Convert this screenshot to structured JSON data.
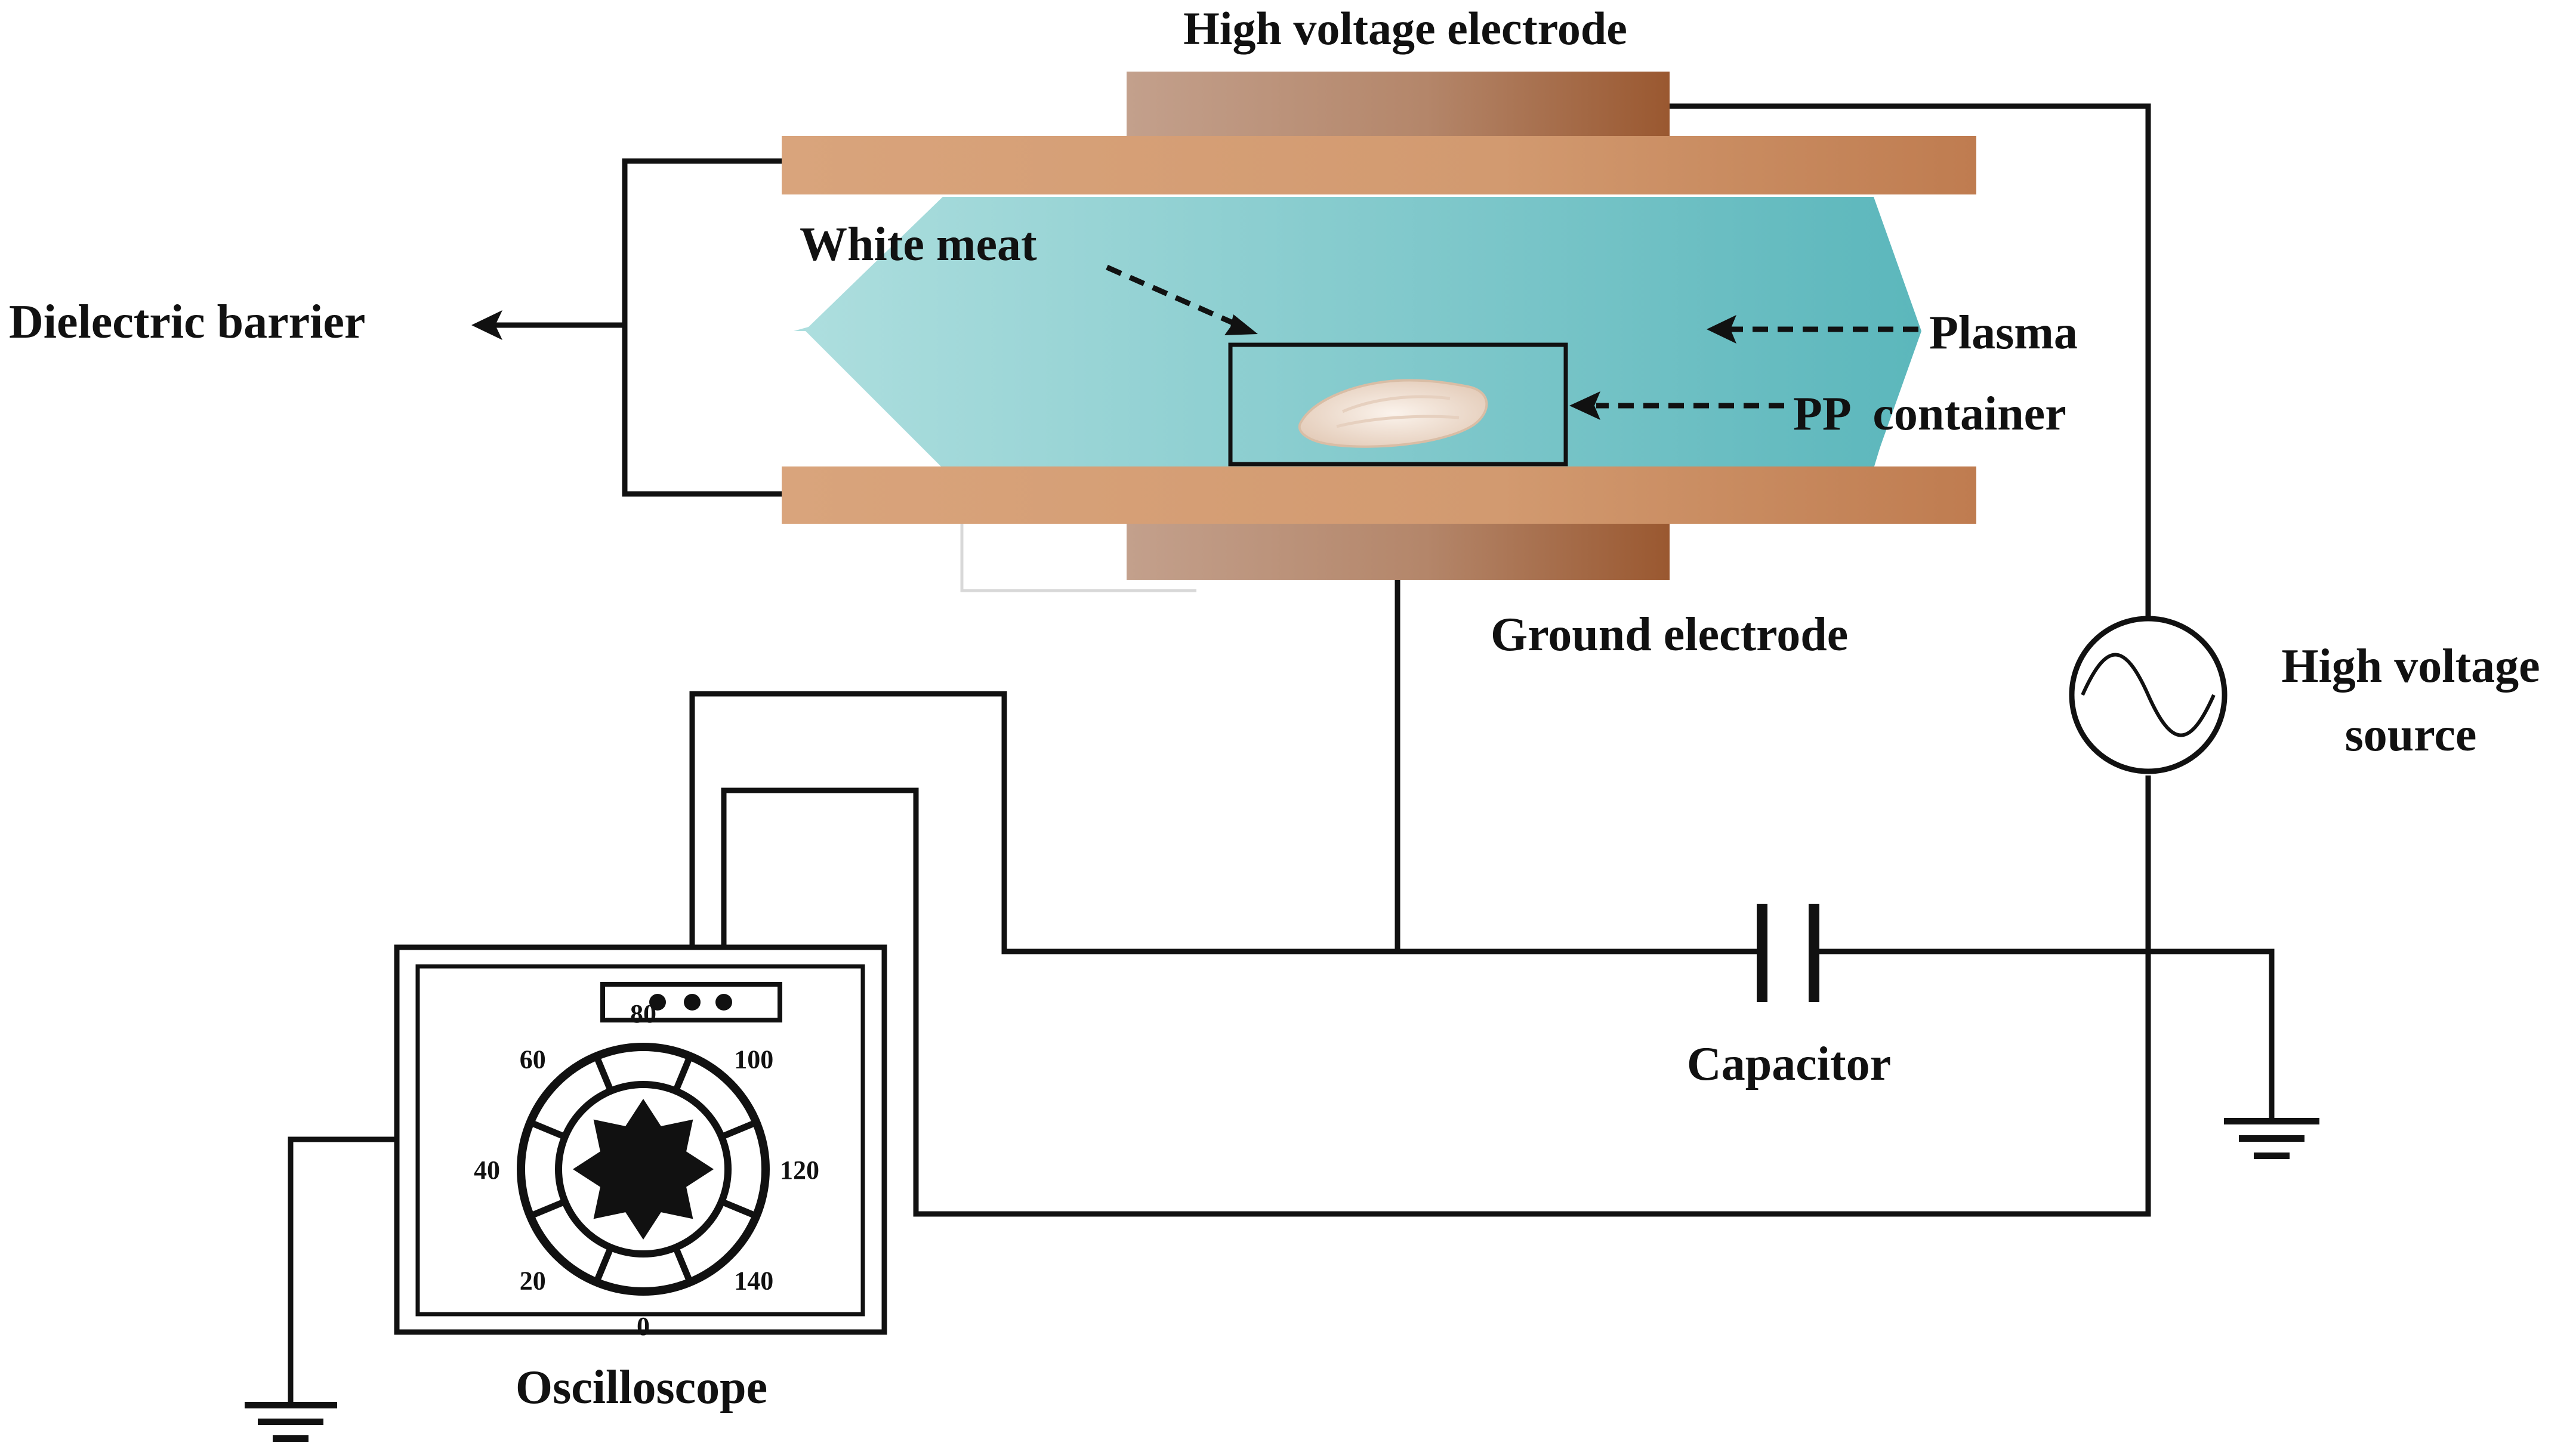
{
  "labels": {
    "hv_electrode": "High voltage electrode",
    "dielectric_barrier": "Dielectric barrier",
    "white_meat": "White meat",
    "plasma": "Plasma",
    "pp_container": "PP  container",
    "ground_electrode": "Ground electrode",
    "hv_source_line1": "High voltage",
    "hv_source_line2": "source",
    "capacitor": "Capacitor",
    "oscilloscope": "Oscilloscope"
  },
  "dial": {
    "ticks": [
      "0",
      "20",
      "40",
      "60",
      "80",
      "100",
      "120",
      "140"
    ]
  },
  "colors": {
    "electrode_light": "#c9a58c",
    "electrode_dark": "#9a5a32",
    "barrier": "#d39c72",
    "barrier_dark": "#b9784e",
    "plasma_light": "#a8dcdc",
    "plasma_dark": "#5fb9bd",
    "line": "#111111"
  }
}
